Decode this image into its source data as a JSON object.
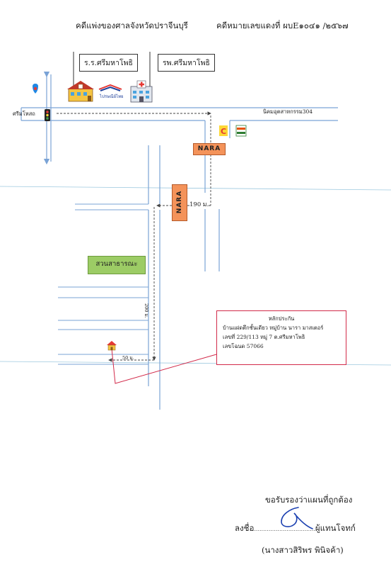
{
  "header": {
    "court": "คดีแพ่งของศาลจังหวัดปราจีนบุรี",
    "case_number": "คดีหมายเลขแดงที่  ผบE๑๐๔๑ /๒๕๖๗"
  },
  "labels": {
    "school": "ร.ร.ศรีมหาโพธิ",
    "hospital": "รพ.ศรีมหาโพธิ",
    "road_left": "ศรีมโหสถ",
    "road_right": "นิคมอุตสาหกรรม304",
    "nara_1": "NARA",
    "nara_2": "NARA",
    "dist_190": "190 ม.",
    "dist_200": "200 ม.",
    "dist_50": "50 ม.",
    "park": "สวนสาธารณะ",
    "post_logo": "ไปรษณีย์ไทย",
    "seven": "7"
  },
  "collateral": {
    "title": "หลักประกัน",
    "line1": "บ้านแฝดตึกชั้นเดียว  หมู่บ้าน นารา มาสเตอร์",
    "line2": "เลขที่ 229/113 หมู่ 7 ต.ศรีมหาโพธิ",
    "line3": "เลขโฉนด   57066"
  },
  "certification": {
    "title": "ขอรับรองว่าแผนที่ถูกต้อง",
    "sign_prefix": "ลงชื่อ",
    "sign_dots": "..................................",
    "sign_suffix": "ผู้แทนโจทก์",
    "name": "(นางสาวสิริพร  พินิจค้า)"
  },
  "colors": {
    "road_line": "#7aa3d6",
    "gridline": "#9ec9df",
    "nara": "#f4935a",
    "park": "#9ccc65",
    "collateral_border": "#d22a4a"
  }
}
